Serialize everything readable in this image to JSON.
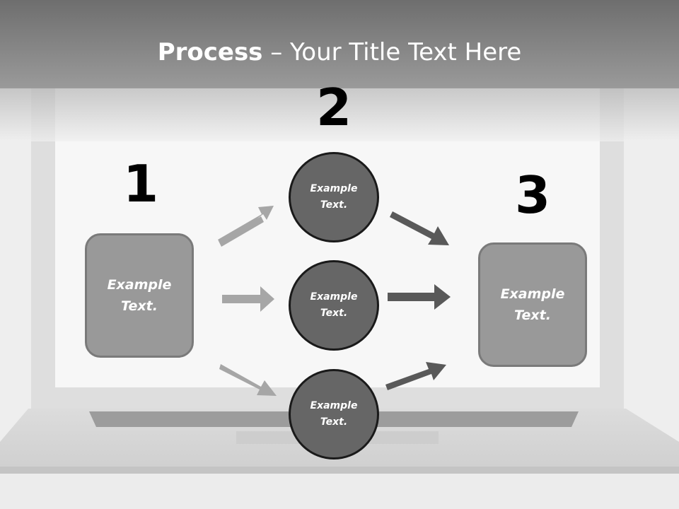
{
  "title": {
    "bold": "Process",
    "rest": " – Your Title Text Here"
  },
  "steps": [
    {
      "number": "1",
      "text": "Example Text."
    },
    {
      "number": "2",
      "text": "Example Text."
    },
    {
      "number": "3",
      "text": "Example Text."
    }
  ],
  "circles": [
    {
      "text": "Example Text."
    },
    {
      "text": "Example Text."
    },
    {
      "text": "Example Text."
    }
  ],
  "colors": {
    "header": "#8c8c8c",
    "box_fill": "#999999",
    "circle_fill": "#666666",
    "light_arrow": "#a6a6a6",
    "dark_arrow": "#595959"
  }
}
